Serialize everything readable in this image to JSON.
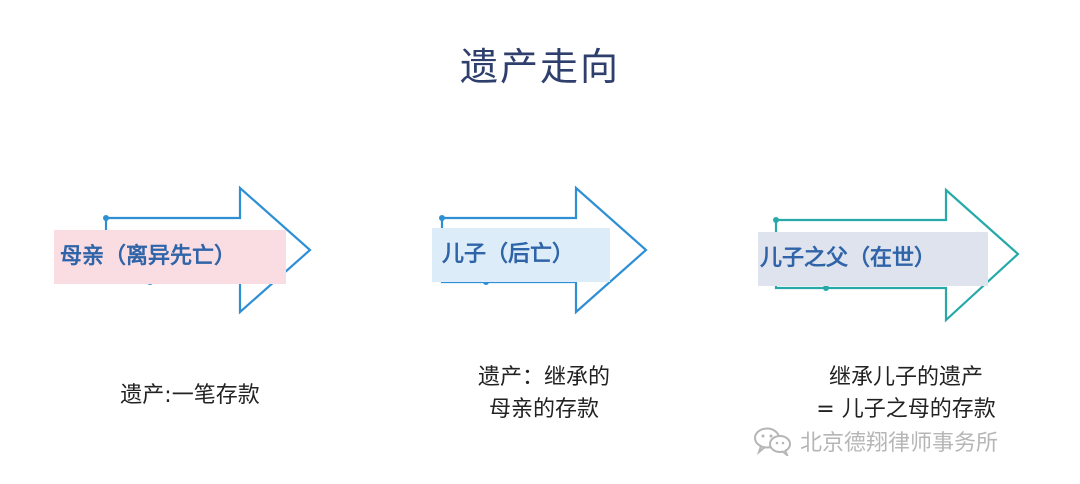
{
  "title": "遗产走向",
  "arrows": [
    {
      "label": "母亲（离异先亡）",
      "caption": "遗产:一笔存款",
      "box_color": "#f9dde3",
      "stroke_color": "#2f8fd4"
    },
    {
      "label": "儿子（后亡）",
      "caption_lines": [
        "遗产：继承的",
        "母亲的存款"
      ],
      "box_color": "#dcecf8",
      "stroke_color": "#2f8fd4"
    },
    {
      "label": "儿子之父（在世）",
      "caption_lines": [
        "继承儿子的遗产",
        "= 儿子之母的存款"
      ],
      "box_color": "#dfe3ee",
      "stroke_color": "#27a9a9"
    }
  ],
  "watermark": {
    "icon": "wechat-icon",
    "text": "北京德翔律师事务所"
  }
}
